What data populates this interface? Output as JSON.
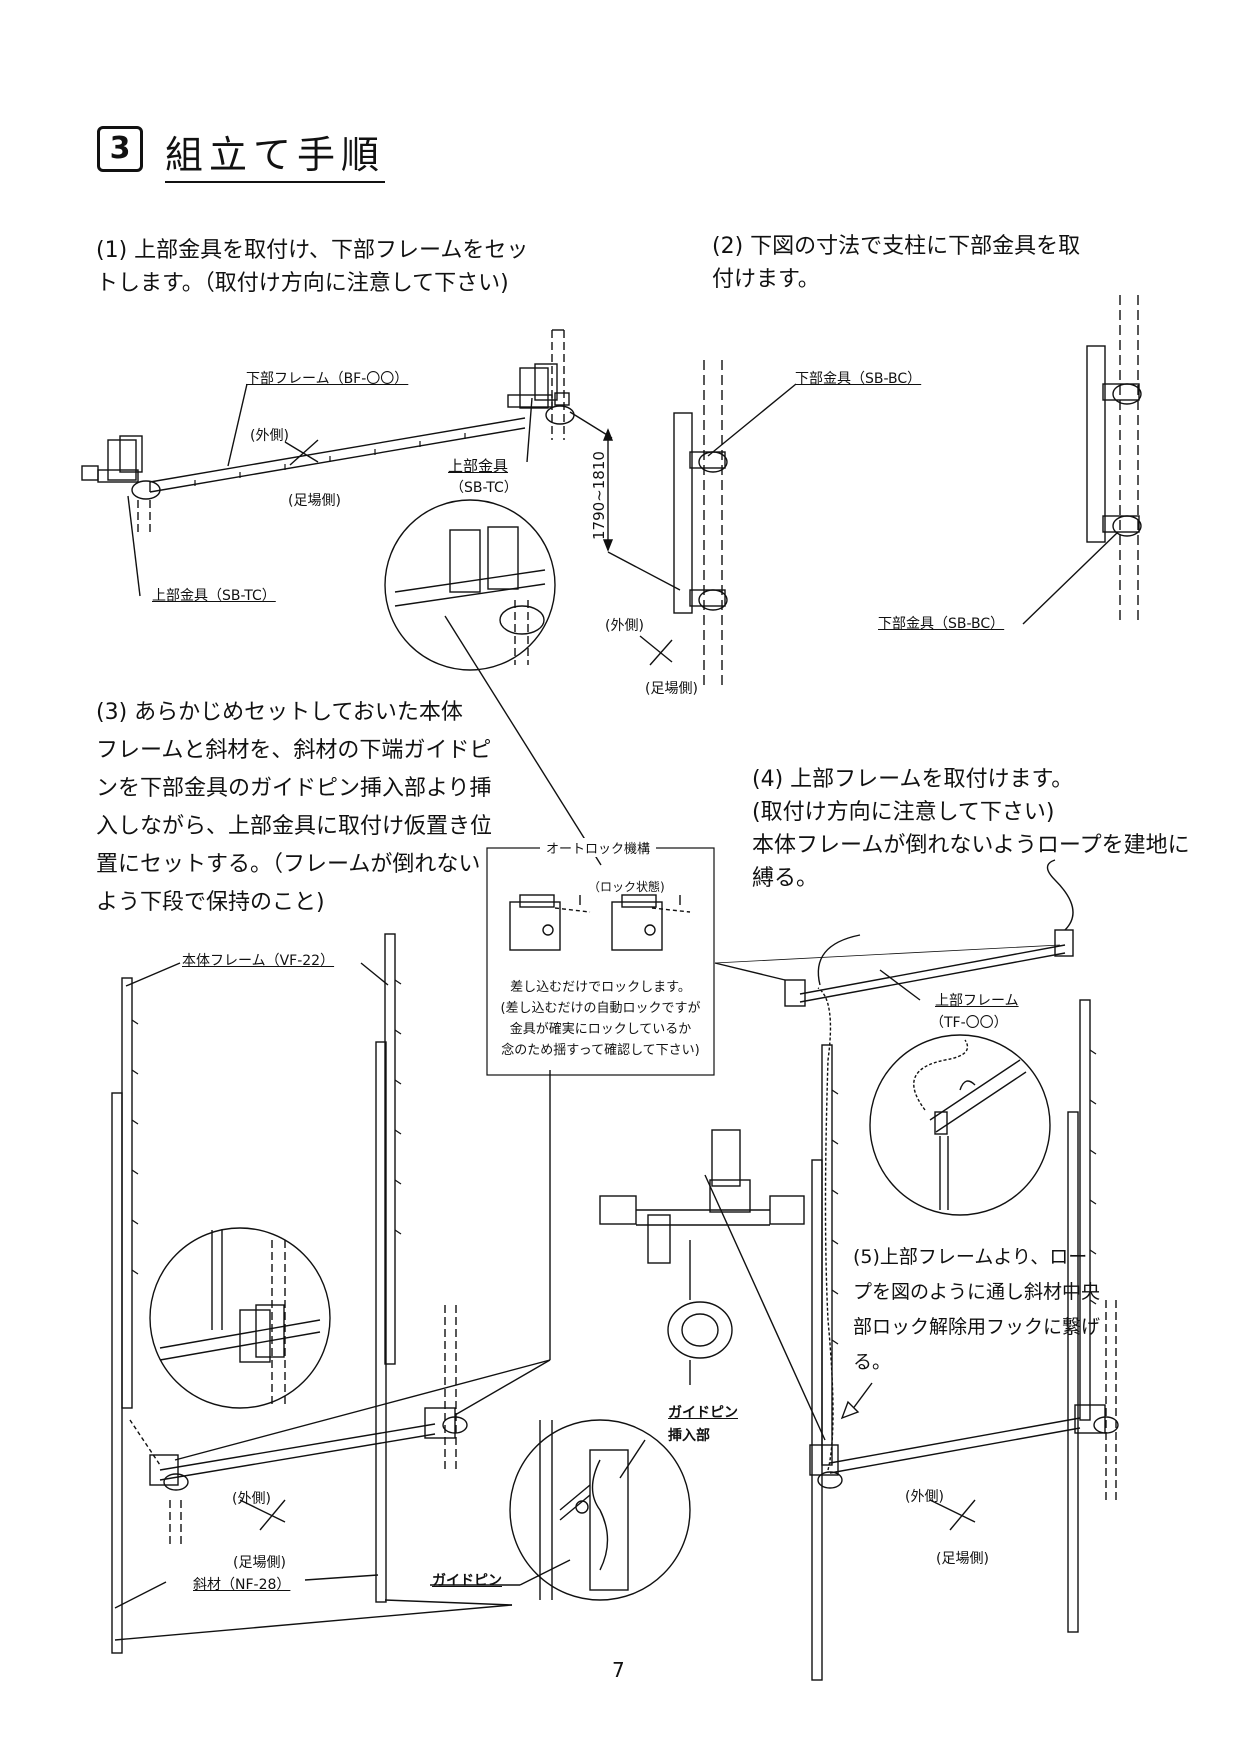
{
  "section": {
    "number": "3",
    "title": "組立て手順"
  },
  "steps": [
    {
      "id": "1",
      "text": "(1) 上部金具を取付け、下部フレームをセッ\nトします。（取付け方向に注意して下さい)"
    },
    {
      "id": "2",
      "text": "(2) 下図の寸法で支柱に下部金具を取\n付けます。"
    },
    {
      "id": "3",
      "text": "(3) あらかじめセットしておいた本体\nフレームと斜材を、斜材の下端ガイドピ\nンを下部金具のガイドピン挿入部より挿\n入しながら、上部金具に取付け仮置き位\n置にセットする。（フレームが倒れない\nよう下段で保持のこと)"
    },
    {
      "id": "4",
      "text": "(4) 上部フレームを取付けます。\n (取付け方向に注意して下さい)\n本体フレームが倒れないようロープを建地に\n縛る。"
    },
    {
      "id": "5",
      "text": "(5)上部フレームより、ロー\nプを図のように通し斜材中央\n部ロック解除用フックに繋げ\nる。"
    }
  ],
  "labels": {
    "bottom_frame": "下部フレーム（BF-〇〇）",
    "outer_side_1": "(外側)",
    "scaffold_side_1": "(足場側)",
    "upper_fitting_1": "上部金具",
    "upper_fitting_code_1": "（SB-TC）",
    "upper_fitting_2": "上部金具（SB-TC）",
    "dimension": "1790~1810",
    "lower_fitting_1": "下部金具（SB-BC）",
    "outer_side_2": "(外側)",
    "scaffold_side_2": "(足場側)",
    "lower_fitting_2": "下部金具（SB-BC）",
    "main_frame": "本体フレーム（VF-22）",
    "diagonal": "斜材（NF-28）",
    "guide_pin": "ガイドピン",
    "guide_pin_insert": "ガイドピン",
    "guide_pin_insert_2": "挿入部",
    "outer_side_3": "(外側)",
    "scaffold_side_3": "(足場側)",
    "upper_frame": "上部フレーム",
    "upper_frame_code": "（TF-〇〇）",
    "outer_side_4": "(外側)",
    "scaffold_side_4": "(足場側)"
  },
  "autolock": {
    "title": "オートロック機構",
    "lock_state": "（ロック状態)",
    "note": "差し込むだけでロックします。\n(差し込むだけの自動ロックですが\n金具が確実にロックしているか\n念のため揺すって確認して下さい)"
  },
  "page_number": "7"
}
